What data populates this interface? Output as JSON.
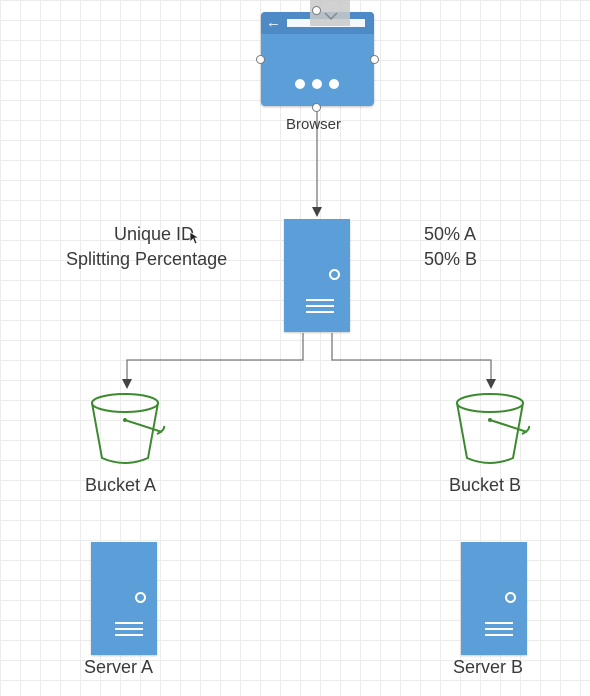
{
  "browser": {
    "label": "Browser"
  },
  "router": {
    "left_text": [
      "Unique ID",
      "Splitting Percentage"
    ],
    "right_text": [
      "50% A",
      "50% B"
    ]
  },
  "buckets": [
    {
      "label": "Bucket A"
    },
    {
      "label": "Bucket B"
    }
  ],
  "servers": [
    {
      "label": "Server A"
    },
    {
      "label": "Server B"
    }
  ],
  "colors": {
    "shape_blue": "#5b9ed8",
    "bucket_green": "#3b8a2f",
    "connector_gray": "#7a7a7a"
  },
  "icons": [
    "browser-icon",
    "server-icon",
    "bucket-icon",
    "arrow-connector"
  ]
}
